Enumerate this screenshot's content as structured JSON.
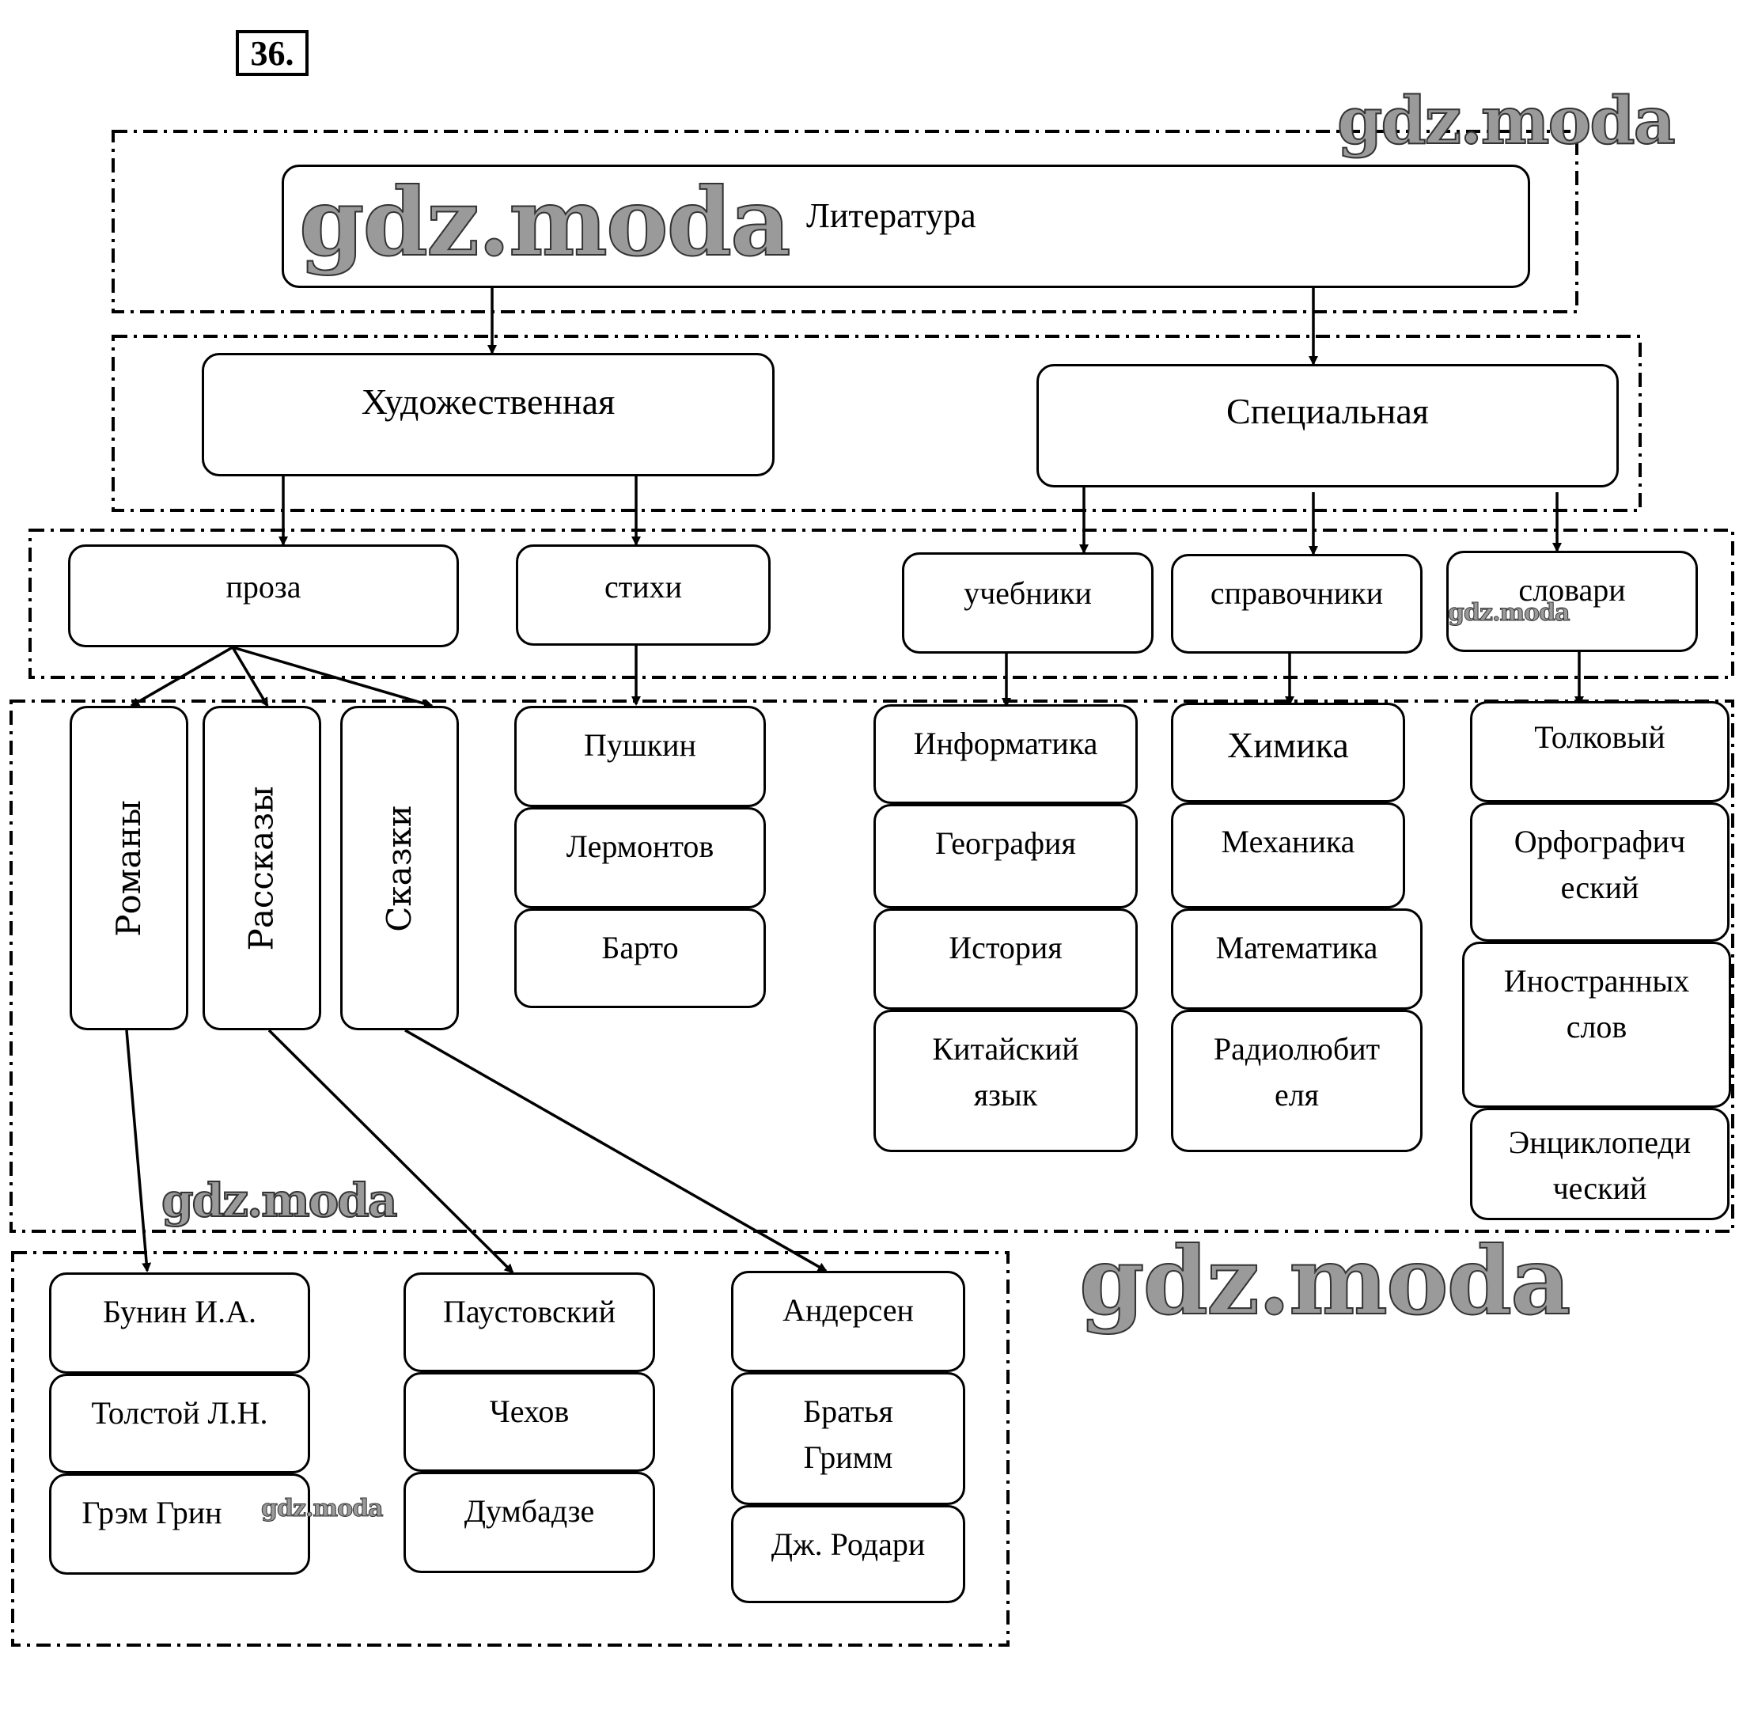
{
  "task_number": "36.",
  "watermark": "gdz.moda",
  "root": {
    "label": "Литература"
  },
  "level1": [
    {
      "id": "fiction",
      "label": "Художественная"
    },
    {
      "id": "special",
      "label": "Специальная"
    }
  ],
  "level2": [
    {
      "id": "prose",
      "label": "проза",
      "parent": "fiction"
    },
    {
      "id": "poems",
      "label": "стихи",
      "parent": "fiction"
    },
    {
      "id": "textbooks",
      "label": "учебники",
      "parent": "special"
    },
    {
      "id": "reference",
      "label": "справочники",
      "parent": "special"
    },
    {
      "id": "dictionaries",
      "label": "словари",
      "parent": "special"
    }
  ],
  "prose_genres": [
    {
      "id": "novels",
      "label": "Романы"
    },
    {
      "id": "stories",
      "label": "Рассказы"
    },
    {
      "id": "tales",
      "label": "Сказки"
    }
  ],
  "poets": [
    "Пушкин",
    "Лермонтов",
    "Барто"
  ],
  "textbooks": [
    "Информатика",
    "География",
    "История",
    "Китайский язык"
  ],
  "reference_books": [
    "Химика",
    "Механика",
    "Математика",
    "Радиолюбит еля"
  ],
  "dictionary_types": [
    "Толковый",
    "Орфографич еский",
    "Иностранных слов",
    "Энциклопеди ческий"
  ],
  "novel_authors": [
    "Бунин И.А.",
    "Толстой Л.Н.",
    "Грэм Грин"
  ],
  "story_authors": [
    "Паустовский",
    "Чехов",
    "Думбадзе"
  ],
  "tale_authors": [
    "Андерсен",
    "Братья Гримм",
    "Дж. Родари"
  ]
}
